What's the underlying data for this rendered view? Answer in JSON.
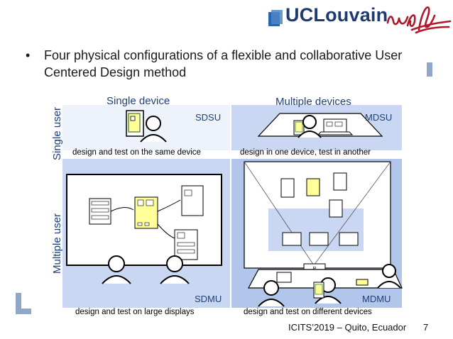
{
  "header": {
    "logo_text": "UCLouvain",
    "signature_logo": "udl-logo"
  },
  "slide": {
    "bullet_symbol": "•",
    "text": "Four physical configurations of a flexible and collaborative User Centered Design method"
  },
  "figure": {
    "columns": [
      "Single device",
      "Multiple devices"
    ],
    "rows": [
      "Single user",
      "Multiple user"
    ],
    "cells": {
      "sdsu": {
        "code": "SDSU",
        "caption": "design and test on the same device"
      },
      "mdsu": {
        "code": "MDSU",
        "caption": "design in one device, test in another"
      },
      "sdmu": {
        "code": "SDMU",
        "caption": "design and test on large displays"
      },
      "mdmu": {
        "code": "MDMU",
        "caption": "design and test on different devices"
      }
    },
    "projector_label": "P",
    "colors": {
      "light_fill": "#eef2fa",
      "mid_fill": "#c9d7f2",
      "dark_fill": "#b2c5ea",
      "text_blue": "#1e3f7a",
      "sticky_yellow": "#ffff99"
    }
  },
  "footer": {
    "conference": "ICITS’2019 – Quito, Ecuador",
    "page_number": "7"
  },
  "icons": [
    "uclouvain-logo-icon",
    "udl-signature-logo",
    "user-icon",
    "tablet-icon",
    "laptop-icon",
    "screen-icon",
    "projector-icon"
  ]
}
